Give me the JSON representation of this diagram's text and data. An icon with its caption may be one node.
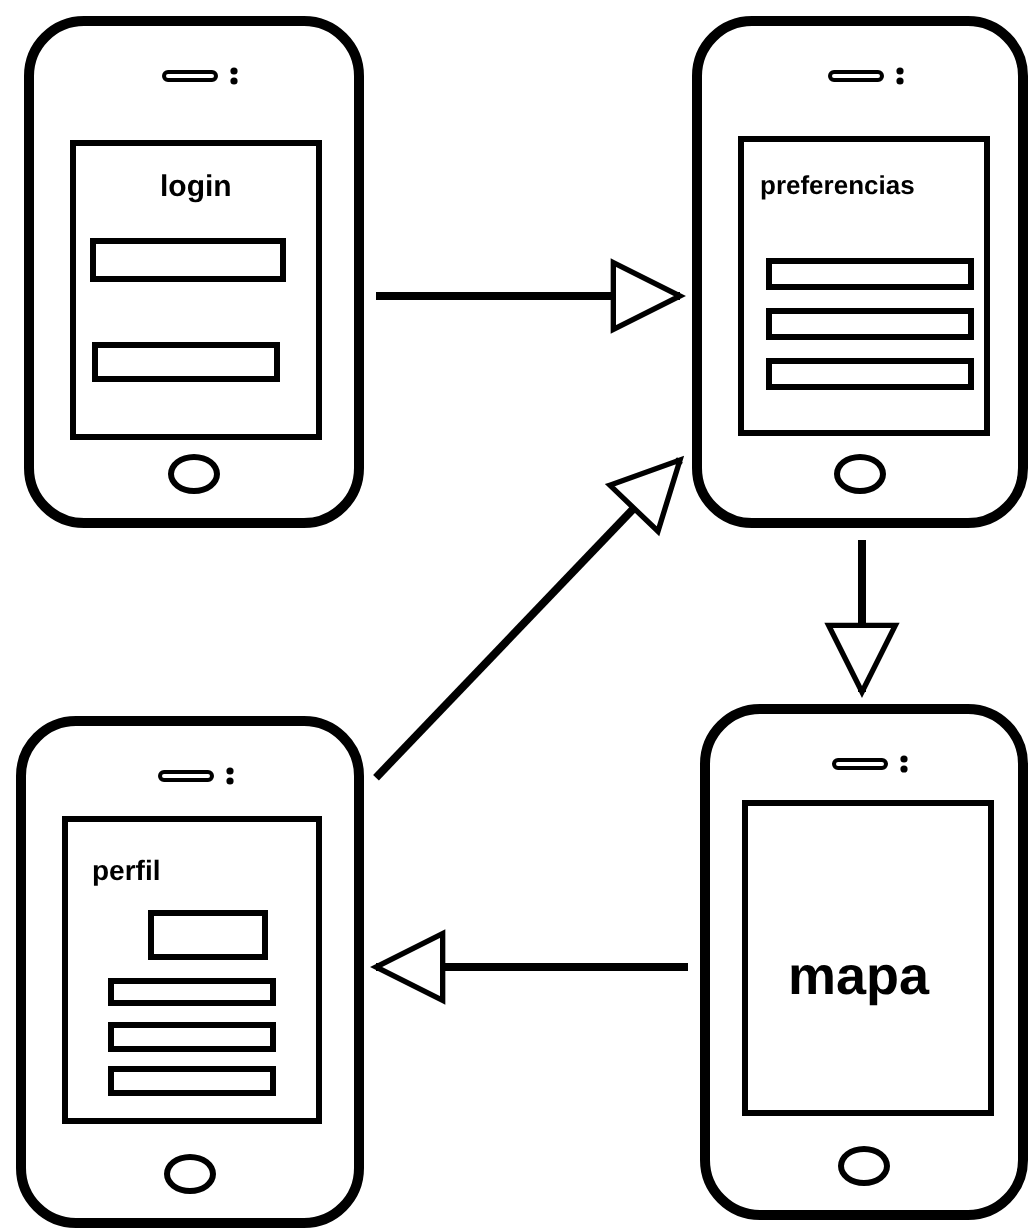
{
  "diagram": {
    "nodes": [
      {
        "text": [
          "login"
        ]
      },
      {
        "text": [
          "preferencias"
        ]
      },
      {
        "text": [
          "perfil"
        ]
      },
      {
        "text": [
          "mapa"
        ]
      }
    ],
    "edges": [
      {
        "from": 0,
        "to": 1,
        "arrow": "to"
      },
      {
        "from": 1,
        "to": 3,
        "arrow": "to"
      },
      {
        "from": 3,
        "to": 2,
        "arrow": "to"
      },
      {
        "from": 2,
        "to": 1,
        "arrow": "to"
      }
    ]
  }
}
